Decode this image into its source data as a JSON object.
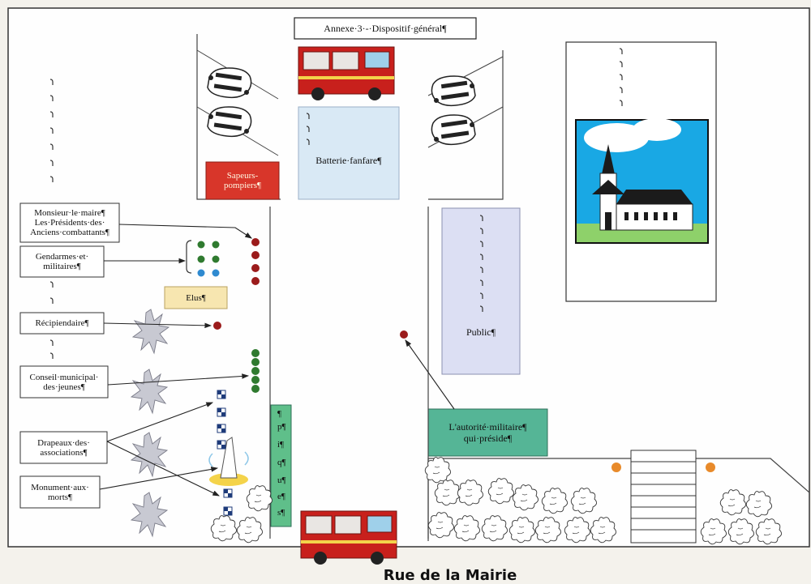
{
  "title": "Annexe·3·-·Dispositif·général¶",
  "road_name": "Rue de la Mairie",
  "labels": {
    "maire_l1": "Monsieur·le·maire¶",
    "maire_l2": "Les·Présidents·des·",
    "maire_l3": "Anciens·combattants¶",
    "gendarmes_l1": "Gendarmes·et·",
    "gendarmes_l2": "militaires¶",
    "elus": "Elus¶",
    "recipiendaire": "Récipiendaire¶",
    "conseil_l1": "Conseil·municipal·",
    "conseil_l2": "des·jeunes¶",
    "drapeaux_l1": "Drapeaux·des·",
    "drapeaux_l2": "associations¶",
    "monument_l1": "Monument·aux·",
    "monument_l2": "morts¶",
    "sapeurs_l1": "Sapeurs-",
    "sapeurs_l2": "pompiers¶",
    "batterie": "Batterie·fanfare¶",
    "public": "Public¶",
    "autorite_l1": "L'autorité·militaire¶",
    "autorite_l2": "qui·préside¶"
  },
  "colors": {
    "sapeurs": "#d8362a",
    "batterie": "#d9e9f5",
    "public": "#dcdff3",
    "elus": "#f7e6b0",
    "autorite": "#55b596",
    "vertical_panel": "#5fbf8a",
    "dot_red": "#9b1b1b",
    "dot_green": "#2f7a2f",
    "dot_blue": "#2f8ad0",
    "truck": "#c8201c"
  },
  "icons": [
    "fire-truck-icon",
    "police-car-icon",
    "church-icon",
    "monument-icon",
    "flag-icon",
    "bush-icon",
    "star-burst-icon",
    "lamp-icon"
  ]
}
